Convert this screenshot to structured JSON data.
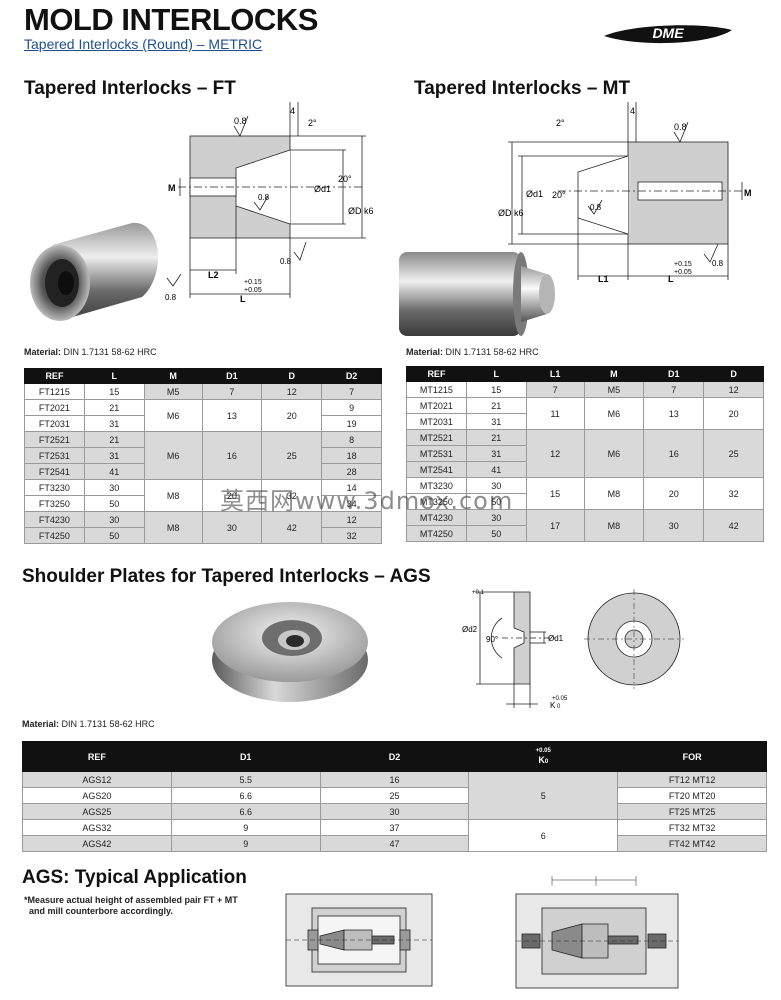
{
  "header": {
    "title": "MOLD INTERLOCKS",
    "subtitle": "Tapered Interlocks (Round) – METRIC",
    "brand": "DME"
  },
  "ft": {
    "heading": "Tapered Interlocks – FT",
    "material": "Material:",
    "material_spec": "DIN 1.7131 58-62 HRC",
    "dims": {
      "roughness": "0.8",
      "four": "4",
      "two_deg": "2°",
      "twenty_deg": "20°",
      "m": "M",
      "d1": "Ød1",
      "dk6": "ØD k6",
      "l2": "L2",
      "l": "L",
      "tol_plus": "+0.15",
      "tol_minus": "+0.05"
    },
    "columns": [
      "REF",
      "L",
      "M",
      "D1",
      "D",
      "D2"
    ],
    "rows": [
      [
        "FT1215",
        "15",
        "M5",
        "7",
        "12",
        "7"
      ],
      [
        "FT2021",
        "21",
        "M6",
        "13",
        "20",
        "9"
      ],
      [
        "FT2031",
        "31",
        "",
        "",
        "",
        "19"
      ],
      [
        "FT2521",
        "21",
        "M6",
        "16",
        "25",
        "8"
      ],
      [
        "FT2531",
        "31",
        "",
        "",
        "",
        "18"
      ],
      [
        "FT2541",
        "41",
        "",
        "",
        "",
        "28"
      ],
      [
        "FT3230",
        "30",
        "M8",
        "20",
        "32",
        "14"
      ],
      [
        "FT3250",
        "50",
        "",
        "",
        "",
        "34"
      ],
      [
        "FT4230",
        "30",
        "M8",
        "30",
        "42",
        "12"
      ],
      [
        "FT4250",
        "50",
        "",
        "",
        "",
        "32"
      ]
    ]
  },
  "mt": {
    "heading": "Tapered Interlocks – MT",
    "material": "Material:",
    "material_spec": "DIN 1.7131 58-62 HRC",
    "dims": {
      "roughness": "0.8",
      "four": "4",
      "two_deg": "2°",
      "twenty_deg": "20°",
      "m": "M",
      "d1": "Ød1",
      "dk6": "ØD k6",
      "l1": "L1",
      "l": "L",
      "tol_plus": "+0.15",
      "tol_minus": "+0.05"
    },
    "columns": [
      "REF",
      "L",
      "L1",
      "M",
      "D1",
      "D"
    ],
    "rows": [
      [
        "MT1215",
        "15",
        "7",
        "M5",
        "7",
        "12"
      ],
      [
        "MT2021",
        "21",
        "11",
        "M6",
        "13",
        "20"
      ],
      [
        "MT2031",
        "31",
        "",
        "",
        "",
        ""
      ],
      [
        "MT2521",
        "21",
        "12",
        "M6",
        "16",
        "25"
      ],
      [
        "MT2531",
        "31",
        "",
        "",
        "",
        ""
      ],
      [
        "MT2541",
        "41",
        "",
        "",
        "",
        ""
      ],
      [
        "MT3230",
        "30",
        "15",
        "M8",
        "20",
        "32"
      ],
      [
        "MT3250",
        "50",
        "",
        "",
        "",
        ""
      ],
      [
        "MT4230",
        "30",
        "17",
        "M8",
        "30",
        "42"
      ],
      [
        "MT4250",
        "50",
        "",
        "",
        "",
        ""
      ]
    ]
  },
  "ags": {
    "heading": "Shoulder Plates for Tapered Interlocks – AGS",
    "material": "Material:",
    "material_spec": "DIN 1.7131 58-62 HRC",
    "dims": {
      "d2": "Ød2",
      "d2_tol": "+0.1",
      "d1": "Ød1",
      "ninety": "90°",
      "k": "K",
      "k_sub": "0",
      "k_tol": "+0.05"
    },
    "columns": [
      "REF",
      "D1",
      "D2",
      "K",
      "FOR"
    ],
    "k_col_tol": "+0.05",
    "k_col_label": "K",
    "k_col_sub": "0",
    "rows": [
      [
        "AGS12",
        "5.5",
        "16",
        "5",
        "FT12 MT12"
      ],
      [
        "AGS20",
        "6.6",
        "25",
        "",
        "FT20 MT20"
      ],
      [
        "AGS25",
        "6.6",
        "30",
        "",
        "FT25 MT25"
      ],
      [
        "AGS32",
        "9",
        "37",
        "6",
        "FT32 MT32"
      ],
      [
        "AGS42",
        "9",
        "47",
        "",
        "FT42 MT42"
      ]
    ]
  },
  "application": {
    "heading": "AGS: Typical Application",
    "note_line1": "*Measure actual height of assembled pair FT + MT",
    "note_line2": "and mill counterbore accordingly."
  },
  "watermark": "莫西网www.3dmox.com"
}
